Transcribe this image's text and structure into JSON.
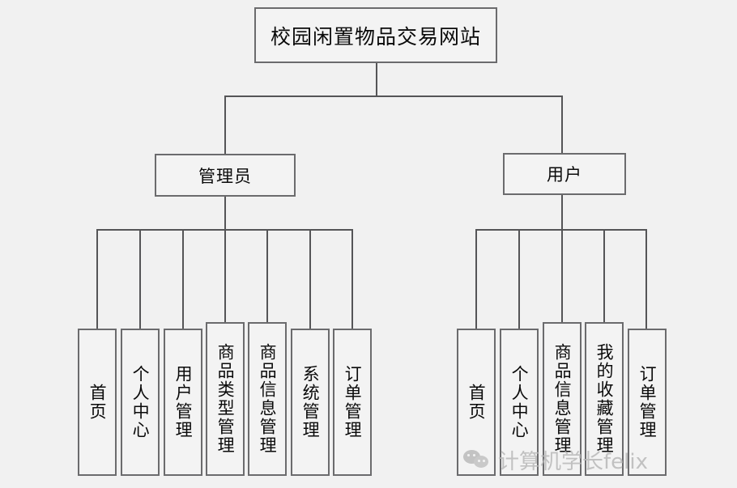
{
  "diagram": {
    "type": "tree",
    "root": {
      "label": "校园闲置物品交易网站"
    },
    "branches": [
      {
        "label": "管理员"
      },
      {
        "label": "用户"
      }
    ],
    "admin_leaves": [
      {
        "label": "首页"
      },
      {
        "label": "个人中心"
      },
      {
        "label": "用户管理"
      },
      {
        "label": "商品类型管理"
      },
      {
        "label": "商品信息管理"
      },
      {
        "label": "系统管理"
      },
      {
        "label": "订单管理"
      }
    ],
    "user_leaves": [
      {
        "label": "首页"
      },
      {
        "label": "个人中心"
      },
      {
        "label": "商品信息管理"
      },
      {
        "label": "我的收藏管理"
      },
      {
        "label": "订单管理"
      }
    ]
  },
  "watermark": {
    "logo": "wechat-logo",
    "text": "计算机学长felix"
  },
  "colors": {
    "background": "#f1f1f1",
    "box_fill": "#f3f3f3",
    "box_border": "#6b6b6d",
    "line": "#555557",
    "text": "#0a0a0a",
    "watermark_text": "#b9b9b9"
  }
}
